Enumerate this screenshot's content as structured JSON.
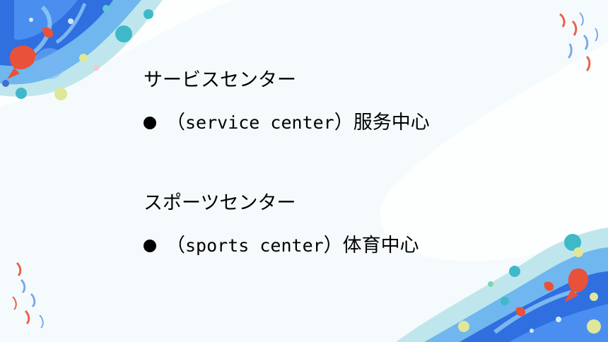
{
  "slide": {
    "items": [
      {
        "term": "サービスセンター",
        "bullet": "●",
        "paren_open": "（",
        "english": "service center",
        "paren_close": "）",
        "meaning": "服务中心"
      },
      {
        "term": "スポーツセンター",
        "bullet": "●",
        "paren_open": "（",
        "english": "sports center",
        "paren_close": "）",
        "meaning": "体育中心"
      }
    ]
  },
  "colors": {
    "background": "#fdfefe",
    "wave_light": "#e6f6f7",
    "wave_mid": "#bfe6ec",
    "deep_blue": "#2f6fe0",
    "teal": "#3fb9c9",
    "koi_red": "#e8513a",
    "lily_green": "#7fd3b0",
    "bubble_yellow": "#dfe79a",
    "text": "#000000"
  }
}
